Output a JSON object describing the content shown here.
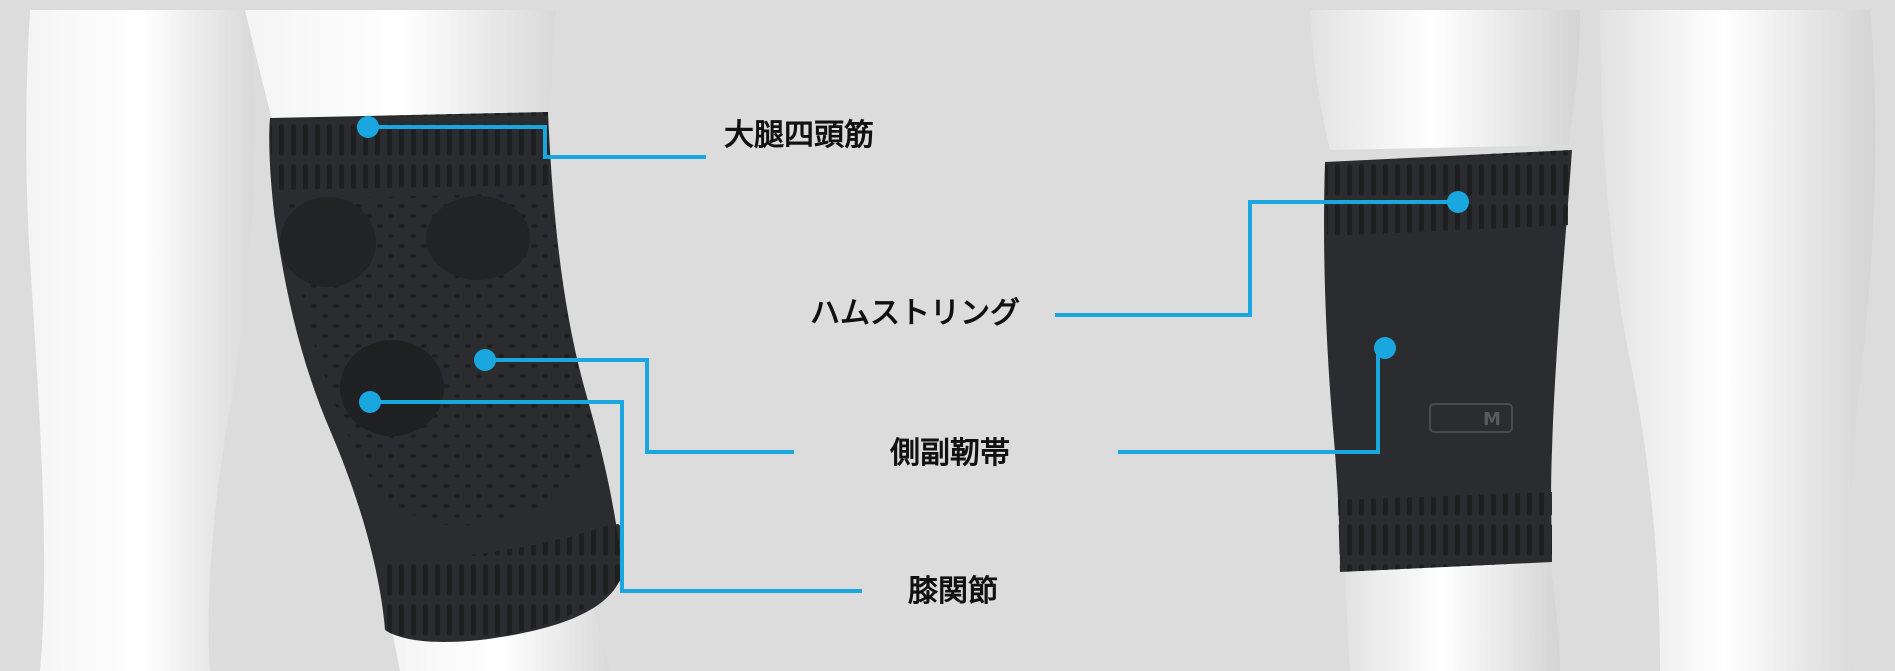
{
  "labels": {
    "quadriceps": "大腿四頭筋",
    "hamstrings": "ハムストリング",
    "collateral_ligament": "側副靭帯",
    "knee_joint": "膝関節"
  },
  "product": {
    "size_tag": "M"
  },
  "colors": {
    "background": "#dcdcdc",
    "callout_line": "#1aa7e0",
    "sleeve": "#2b2c2f",
    "mannequin": "#f1f1f1",
    "label_text": "#111111"
  }
}
